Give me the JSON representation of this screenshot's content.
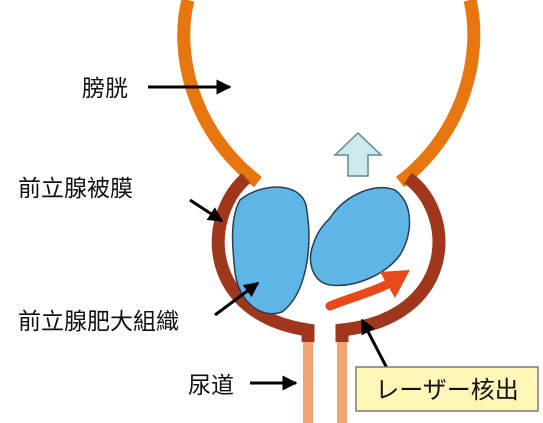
{
  "labels": {
    "bladder": "膀胱",
    "prostatic_capsule": "前立腺被膜",
    "bph_tissue": "前立腺肥大組織",
    "urethra": "尿道",
    "laser_enucleation": "レーザー核出"
  },
  "colors": {
    "bladder_wall": "#E8760F",
    "capsule": "#A0371C",
    "adenoma_fill": "#5FB6E6",
    "urethra_tube": "#F0A472",
    "up_arrow_fill": "#CDE9EC",
    "up_arrow_stroke": "#5E8C91",
    "laser_arrow": "#E8481A",
    "callout_fill": "#FFF6B8",
    "callout_border": "#7A7A7A"
  },
  "icons": {
    "leader_arrow": "black-arrow-icon",
    "up_arrow": "up-arrow-icon",
    "laser_arrow": "curved-arrow-icon"
  }
}
